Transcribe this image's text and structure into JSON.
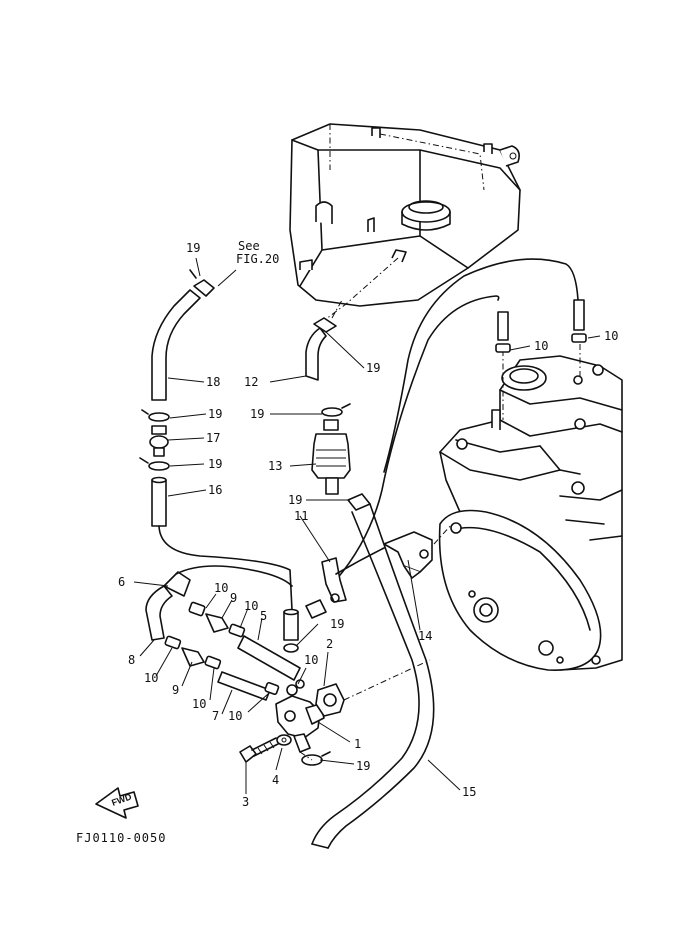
{
  "diagram": {
    "code": "FJ0110-0050",
    "see_ref_line1": "See",
    "see_ref_line2": "FIG.20",
    "fwd_label": "FWD",
    "callouts": {
      "c1": "1",
      "c2": "2",
      "c3": "3",
      "c4": "4",
      "c5": "5",
      "c6": "6",
      "c7": "7",
      "c8": "8",
      "c9a": "9",
      "c9b": "9",
      "c10a": "10",
      "c10b": "10",
      "c10c": "10",
      "c10d": "10",
      "c10e": "10",
      "c10f": "10",
      "c10g": "10",
      "c10h": "10",
      "c11": "11",
      "c12": "12",
      "c13": "13",
      "c14": "14",
      "c15": "15",
      "c16": "16",
      "c17": "17",
      "c18": "18",
      "c19a": "19",
      "c19b": "19",
      "c19c": "19",
      "c19d": "19",
      "c19e": "19",
      "c19f": "19",
      "c19g": "19",
      "c19h": "19"
    }
  }
}
